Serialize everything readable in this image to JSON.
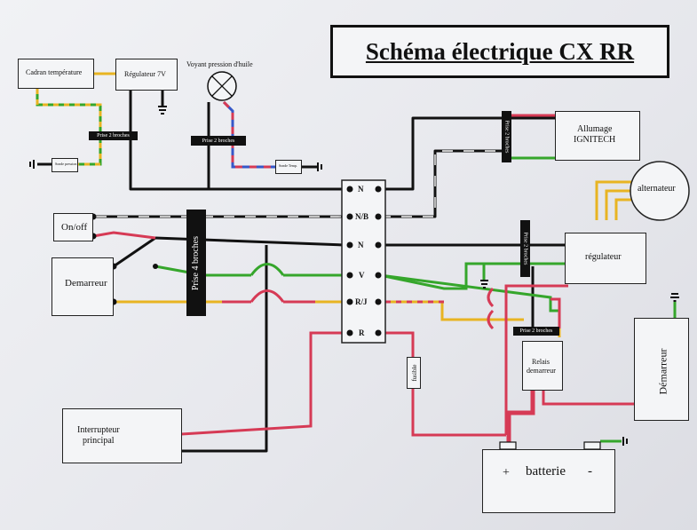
{
  "title": "Schéma électrique CX RR",
  "components": {
    "cadran_temperature": "Cadran température",
    "regulateur_7v": "Régulateur 7V",
    "voyant_pression": "Voyant pression d'huile",
    "sonde_pression": "Sonde pression",
    "sonde_temp": "Sonde Temp.",
    "allumage_line1": "Allumage",
    "allumage_line2": "IGNITECH",
    "alternateur": "alternateur",
    "on_off": "On/off",
    "demarreur_left": "Demarreur",
    "regulateur": "régulateur",
    "demarreur_right": "Démarreur",
    "relais_line1": "Relais",
    "relais_line2": "demarreur",
    "fusible": "fusible",
    "interrupteur_line1": "Interrupteur",
    "interrupteur_line2": "principal",
    "batterie": "batterie",
    "plus_sign": "+",
    "minus_sign": "-"
  },
  "connectors": {
    "prise_2_broches": "Prise 2 broches",
    "prise_4_broches": "Prise 4 broches"
  },
  "terminal_labels": [
    "N",
    "N/B",
    "N",
    "V",
    "R/J",
    "R"
  ],
  "wire_colors": {
    "black": "#111111",
    "green": "#35a62b",
    "red": "#d63a55",
    "yellow": "#e8b422",
    "blue": "#3658c8",
    "white": "#ffffff"
  }
}
